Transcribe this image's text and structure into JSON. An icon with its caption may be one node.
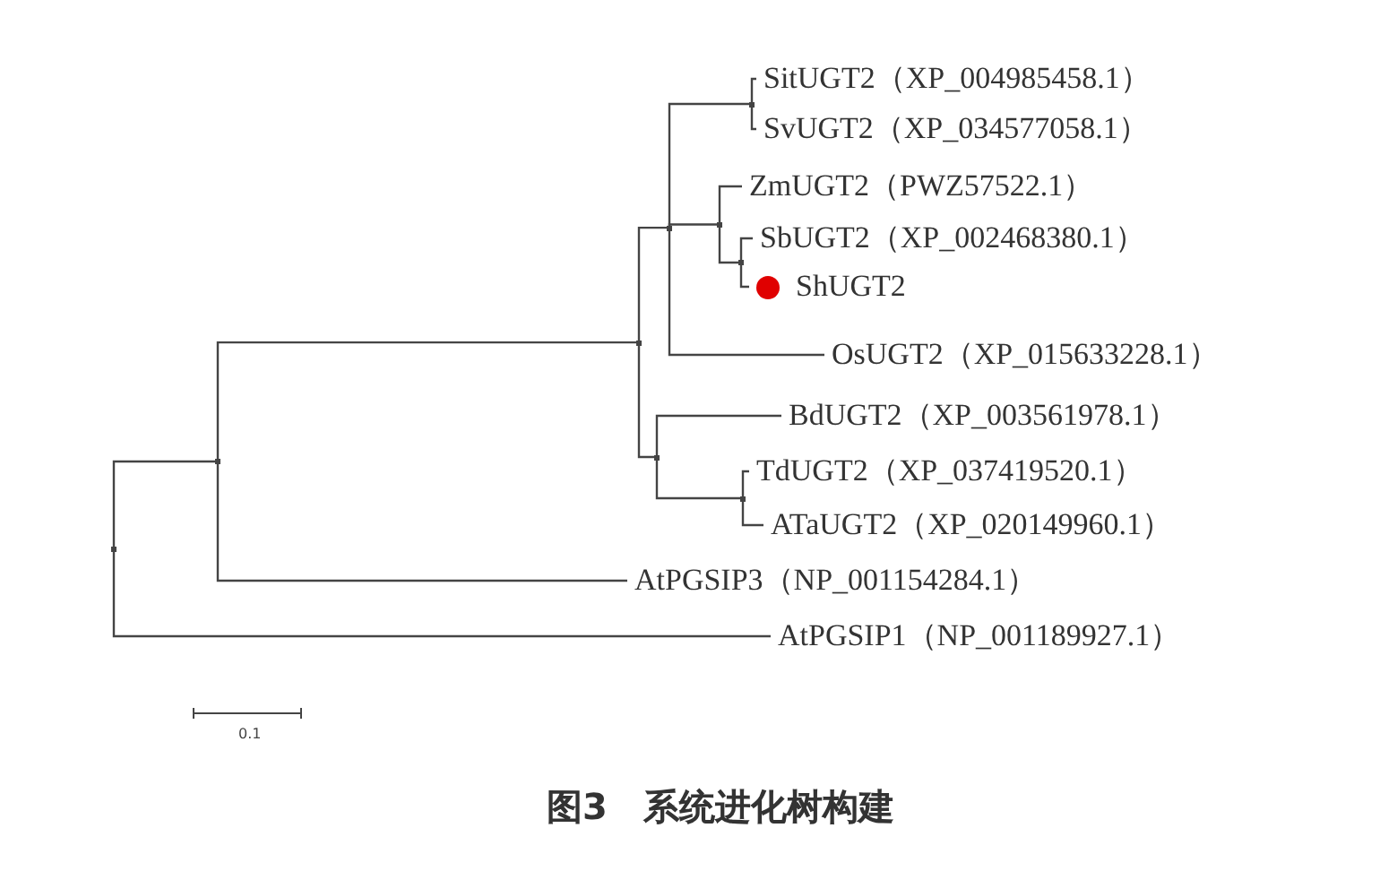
{
  "diagram": {
    "caption": "图3　系统进化树构建",
    "nodes": [
      {
        "text": [
          "SitUGT2（XP_004985458.1）"
        ]
      },
      {
        "text": [
          "SvUGT2（XP_034577058.1）"
        ]
      },
      {
        "text": [
          "ZmUGT2（PWZ57522.1）"
        ]
      },
      {
        "text": [
          "SbUGT2（XP_002468380.1）"
        ]
      },
      {
        "text": [
          "ShUGT2"
        ]
      },
      {
        "text": [
          "OsUGT2（XP_015633228.1）"
        ]
      },
      {
        "text": [
          "BdUGT2（XP_003561978.1）"
        ]
      },
      {
        "text": [
          "TdUGT2（XP_037419520.1）"
        ]
      },
      {
        "text": [
          "ATaUGT2（XP_020149960.1）"
        ]
      },
      {
        "text": [
          "AtPGSIP3（NP_001154284.1）"
        ]
      },
      {
        "text": [
          "AtPGSIP1（NP_001189927.1）"
        ]
      },
      {
        "text": [],
        "shape": "point"
      },
      {
        "text": [],
        "shape": "point"
      },
      {
        "text": [],
        "shape": "point"
      },
      {
        "text": [],
        "shape": "point"
      },
      {
        "text": [],
        "shape": "point"
      },
      {
        "text": [],
        "shape": "point"
      },
      {
        "text": [],
        "shape": "point"
      },
      {
        "text": [],
        "shape": "point"
      },
      {
        "text": [],
        "shape": "point"
      }
    ],
    "edges": [
      {
        "from": 11,
        "to": 12,
        "arrow": "none"
      },
      {
        "from": 11,
        "to": 10,
        "arrow": "none"
      },
      {
        "from": 12,
        "to": 13,
        "arrow": "none"
      },
      {
        "from": 12,
        "to": 9,
        "arrow": "none"
      },
      {
        "from": 13,
        "to": 15,
        "arrow": "none"
      },
      {
        "from": 13,
        "to": 14,
        "arrow": "none"
      },
      {
        "from": 15,
        "to": 19,
        "arrow": "none"
      },
      {
        "from": 15,
        "to": 16,
        "arrow": "none"
      },
      {
        "from": 15,
        "to": 5,
        "arrow": "none"
      },
      {
        "from": 19,
        "to": 0,
        "arrow": "none"
      },
      {
        "from": 19,
        "to": 1,
        "arrow": "none"
      },
      {
        "from": 16,
        "to": 2,
        "arrow": "none"
      },
      {
        "from": 16,
        "to": 17,
        "arrow": "none"
      },
      {
        "from": 17,
        "to": 3,
        "arrow": "none"
      },
      {
        "from": 17,
        "to": 4,
        "arrow": "none"
      },
      {
        "from": 14,
        "to": 6,
        "arrow": "none"
      },
      {
        "from": 14,
        "to": 18,
        "arrow": "none"
      },
      {
        "from": 18,
        "to": 7,
        "arrow": "none"
      },
      {
        "from": 18,
        "to": 8,
        "arrow": "none"
      }
    ],
    "labels": [
      "0.1"
    ]
  }
}
